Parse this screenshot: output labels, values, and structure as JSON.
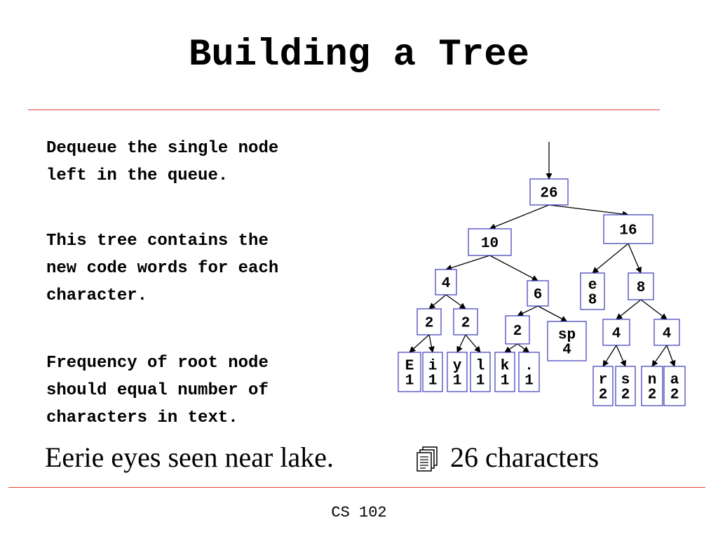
{
  "title": "Building a Tree",
  "bullets": [
    "Dequeue the single node\nleft in the queue.",
    "This tree contains the\nnew code words for each\ncharacter.",
    "Frequency of root node\nshould equal number of\ncharacters in text."
  ],
  "sample_text": "Eerie eyes seen near lake.",
  "doc_icon": "document-icon",
  "char_count": "26 characters",
  "footer": "CS 102",
  "colors": {
    "rule": "#e8413c",
    "node_border": "#3a37b8"
  },
  "tree": {
    "root": "26",
    "nodes": [
      {
        "id": "n26",
        "label": [
          "26"
        ]
      },
      {
        "id": "n10",
        "label": [
          "10"
        ]
      },
      {
        "id": "n16",
        "label": [
          "16"
        ]
      },
      {
        "id": "n4a",
        "label": [
          "4"
        ]
      },
      {
        "id": "n6",
        "label": [
          "6"
        ]
      },
      {
        "id": "ne",
        "label": [
          "e",
          "8"
        ]
      },
      {
        "id": "n8",
        "label": [
          "8"
        ]
      },
      {
        "id": "n2a",
        "label": [
          "2"
        ]
      },
      {
        "id": "n2b",
        "label": [
          "2"
        ]
      },
      {
        "id": "n2c",
        "label": [
          "2"
        ]
      },
      {
        "id": "nsp",
        "label": [
          "sp",
          "4"
        ]
      },
      {
        "id": "n4b",
        "label": [
          "4"
        ]
      },
      {
        "id": "n4c",
        "label": [
          "4"
        ]
      },
      {
        "id": "nE",
        "label": [
          "E",
          "1"
        ]
      },
      {
        "id": "ni",
        "label": [
          "i",
          "1"
        ]
      },
      {
        "id": "ny",
        "label": [
          "y",
          "1"
        ]
      },
      {
        "id": "nl",
        "label": [
          "l",
          "1"
        ]
      },
      {
        "id": "nk",
        "label": [
          "k",
          "1"
        ]
      },
      {
        "id": "ndot",
        "label": [
          ".",
          "1"
        ]
      },
      {
        "id": "nr",
        "label": [
          "r",
          "2"
        ]
      },
      {
        "id": "ns",
        "label": [
          "s",
          "2"
        ]
      },
      {
        "id": "nn",
        "label": [
          "n",
          "2"
        ]
      },
      {
        "id": "na",
        "label": [
          "a",
          "2"
        ]
      }
    ],
    "edges": [
      [
        "n26",
        "n10"
      ],
      [
        "n26",
        "n16"
      ],
      [
        "n10",
        "n4a"
      ],
      [
        "n10",
        "n6"
      ],
      [
        "n16",
        "ne"
      ],
      [
        "n16",
        "n8"
      ],
      [
        "n4a",
        "n2a"
      ],
      [
        "n4a",
        "n2b"
      ],
      [
        "n6",
        "n2c"
      ],
      [
        "n6",
        "nsp"
      ],
      [
        "n8",
        "n4b"
      ],
      [
        "n8",
        "n4c"
      ],
      [
        "n2a",
        "nE"
      ],
      [
        "n2a",
        "ni"
      ],
      [
        "n2b",
        "ny"
      ],
      [
        "n2b",
        "nl"
      ],
      [
        "n2c",
        "nk"
      ],
      [
        "n2c",
        "ndot"
      ],
      [
        "n4b",
        "nr"
      ],
      [
        "n4b",
        "ns"
      ],
      [
        "n4c",
        "nn"
      ],
      [
        "n4c",
        "na"
      ]
    ]
  }
}
